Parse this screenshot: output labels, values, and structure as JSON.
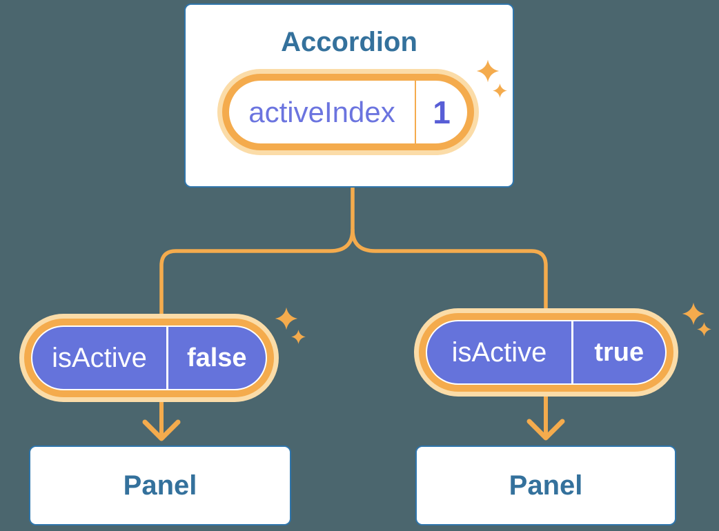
{
  "accordion": {
    "title": "Accordion",
    "state": {
      "name": "activeIndex",
      "value": "1"
    }
  },
  "children": [
    {
      "prop": {
        "name": "isActive",
        "value": "false"
      },
      "panel_label": "Panel"
    },
    {
      "prop": {
        "name": "isActive",
        "value": "true"
      },
      "panel_label": "Panel"
    }
  ],
  "decorations": {
    "sparkle_icon": "4-point-star"
  },
  "colors": {
    "background": "#4B666E",
    "card_border": "#2F75AB",
    "heading_text": "#34719C",
    "connector_orange": "#F4AB4D",
    "glow_peach": "#FBDCA8",
    "pill_purple": "#6573DB",
    "purple_label": "#6B74DF",
    "purple_value": "#585ED6",
    "white": "#FFFFFF"
  }
}
